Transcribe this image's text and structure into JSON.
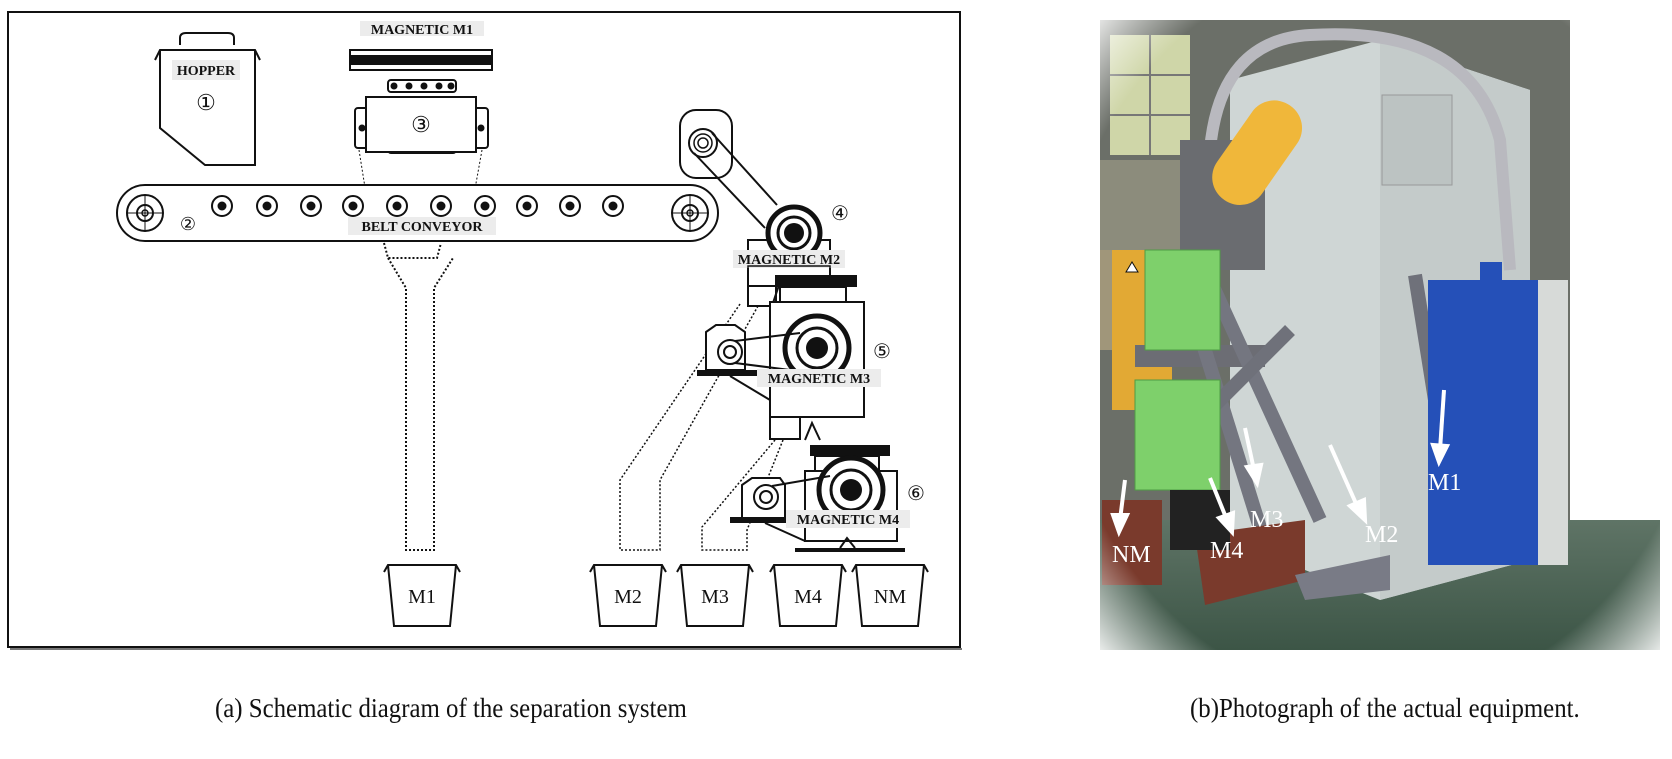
{
  "figure": {
    "schematic": {
      "caption": "(a) Schematic diagram of the separation system",
      "components": {
        "hopper": {
          "label": "HOPPER",
          "number": "①"
        },
        "belt_conveyor": {
          "label": "BELT CONVEYOR",
          "number": "②"
        },
        "magnetic_m1": {
          "label": "MAGNETIC  M1",
          "number": "③"
        },
        "magnetic_m2": {
          "label": "MAGNETIC  M2",
          "number": "④"
        },
        "magnetic_m3": {
          "label": "MAGNETIC  M3",
          "number": "⑤"
        },
        "magnetic_m4": {
          "label": "MAGNETIC  M4",
          "number": "⑥"
        }
      },
      "bins": [
        "M1",
        "M2",
        "M3",
        "M4",
        "NM"
      ]
    },
    "photo": {
      "caption": "(b)Photograph of the actual equipment.",
      "arrow_labels": [
        "NM",
        "M4",
        "M3",
        "M2",
        "M1"
      ]
    }
  }
}
